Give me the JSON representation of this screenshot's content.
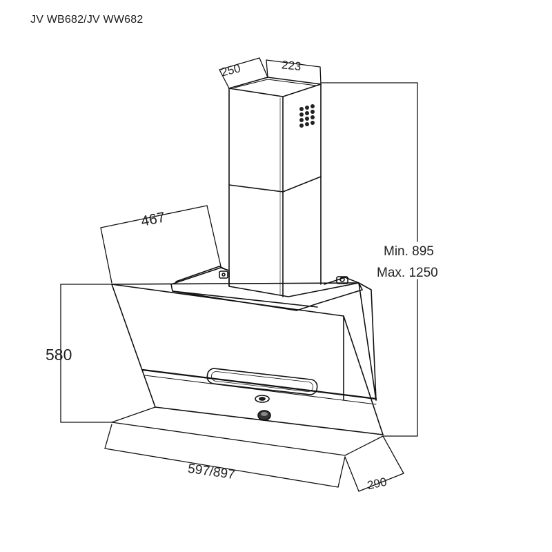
{
  "title": "JV WB682/JV WW682",
  "dimensions": {
    "chimney_depth": "250",
    "chimney_width": "223",
    "canopy_slant": "467",
    "canopy_height": "580",
    "total_height_min": "Min. 895",
    "total_height_max": "Max. 1250",
    "width": "597/897",
    "depth": "290"
  }
}
